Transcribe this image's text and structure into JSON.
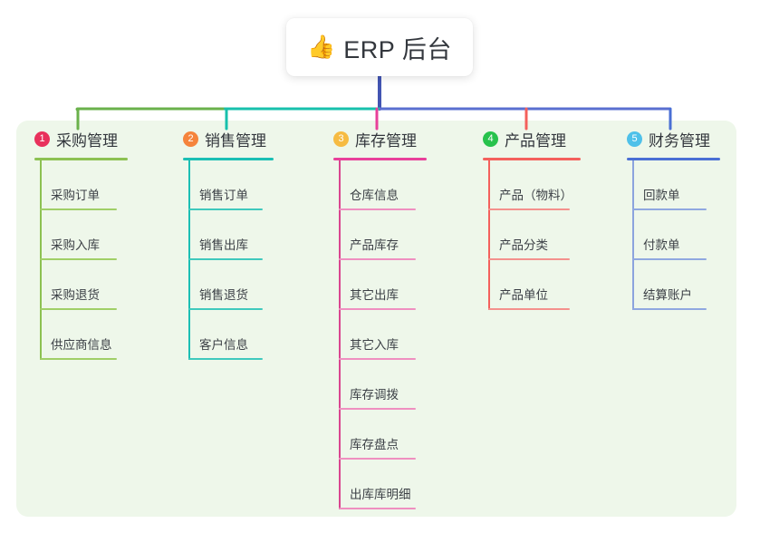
{
  "root": {
    "icon": "thumbs-up-icon",
    "icon_glyph": "👍",
    "title": "ERP 后台"
  },
  "panel": {
    "background": "#eef7ea"
  },
  "branches": [
    {
      "number": "1",
      "title": "采购管理",
      "badge_color": "#e8315c",
      "line_color": "#8cc152",
      "rule_color": "#a0cf67",
      "spine_color": "#8cc152",
      "connector_color": "#6ab14b",
      "items": [
        "采购订单",
        "采购入库",
        "采购退货",
        "供应商信息"
      ]
    },
    {
      "number": "2",
      "title": "销售管理",
      "badge_color": "#f5843c",
      "line_color": "#1bbfb4",
      "rule_color": "#3fc9bd",
      "spine_color": "#1bbfb4",
      "connector_color": "#17c0ac",
      "items": [
        "销售订单",
        "销售出库",
        "销售退货",
        "客户信息"
      ]
    },
    {
      "number": "3",
      "title": "库存管理",
      "badge_color": "#f6bb42",
      "line_color": "#e8409a",
      "rule_color": "#ef8fc0",
      "spine_color": "#d9458f",
      "connector_color": "#e8409a",
      "items": [
        "仓库信息",
        "产品库存",
        "其它出库",
        "其它入库",
        "库存调拨",
        "库存盘点",
        "出库库明细"
      ]
    },
    {
      "number": "4",
      "title": "产品管理",
      "badge_color": "#27c24c",
      "line_color": "#f4605c",
      "rule_color": "#f4918d",
      "spine_color": "#f4605c",
      "connector_color": "#f4605c",
      "items": [
        "产品（物料）",
        "产品分类",
        "产品单位"
      ]
    },
    {
      "number": "5",
      "title": "财务管理",
      "badge_color": "#4fc1e9",
      "line_color": "#4a6fd4",
      "rule_color": "#90a8e0",
      "spine_color": "#8ca4de",
      "connector_color": "#4a6fd4",
      "items": [
        "回款单",
        "付款单",
        "结算账户"
      ]
    }
  ],
  "connector": {
    "stem_color": "#4254b2",
    "bus_left_color": "#17c0ac",
    "bus_right_color": "#5a6fd0"
  }
}
